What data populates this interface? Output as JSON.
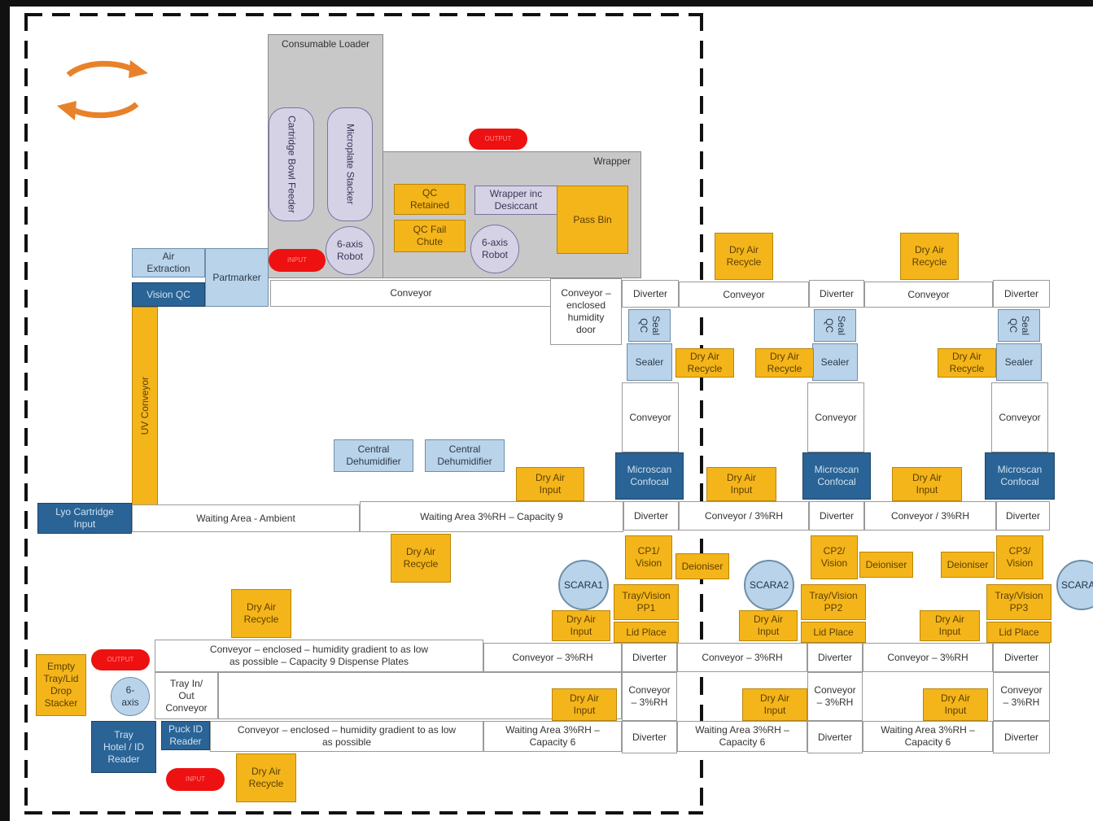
{
  "layout": {
    "consumable_loader": "Consumable Loader",
    "cartridge_bowl_feeder": "Cartridge Bowl Feeder",
    "microplate_stacker": "Microplate Stacker",
    "robot_6axis_left": "6-axis Robot",
    "robot_6axis_right": "6-axis Robot",
    "robot_6axis_small": "6-\naxis",
    "wrapper": "Wrapper",
    "qc_retained": "QC\nRetained",
    "qc_fail_chute": "QC Fail\nChute",
    "wrapper_inc_desiccant": "Wrapper inc\nDesiccant",
    "pass_bin": "Pass Bin",
    "air_extraction": "Air\nExtraction",
    "partmarker": "Partmarker",
    "vision_qc": "Vision QC",
    "conveyor": "Conveyor",
    "conveyor_enclosed_door": "Conveyor –\nenclosed\nhumidity\ndoor",
    "uv_conveyor": "UV Conveyor",
    "diverter": "Diverter",
    "seal_qc": "Seal QC",
    "sealer": "Sealer",
    "dry_air_recycle": "Dry Air\nRecycle",
    "dry_air_input": "Dry Air\nInput",
    "central_dehumidifier": "Central\nDehumidifier",
    "microscan_confocal": "Microscan\nConfocal",
    "lyo_cartridge_input": "Lyo Cartridge\nInput",
    "waiting_area_ambient": "Waiting Area - Ambient",
    "waiting_area_3rh_cap9": "Waiting Area 3%RH – Capacity 9",
    "conveyor_3rh_slash": "Conveyor / 3%RH",
    "cp1_vision": "CP1/\nVision",
    "cp2_vision": "CP2/\nVision",
    "cp3_vision": "CP3/\nVision",
    "deioniser": "Deioniser",
    "scara1": "SCARA1",
    "scara2": "SCARA2",
    "scara3": "SCARA",
    "tray_vision_pp1": "Tray/Vision\nPP1",
    "tray_vision_pp2": "Tray/Vision\nPP2",
    "tray_vision_pp3": "Tray/Vision\nPP3",
    "lid_place": "Lid Place",
    "conveyor_enclosed_cap9": "Conveyor – enclosed – humidity gradient to as low\nas possible – Capacity 9 Dispense Plates",
    "conveyor_3rh_dash": "Conveyor – 3%RH",
    "conveyor_3rh_wrap": "Conveyor\n– 3%RH",
    "empty_tray_lid": "Empty\nTray/Lid\nDrop\nStacker",
    "tray_in_out": "Tray In/\nOut\nConveyor",
    "tray_hotel": "Tray\nHotel / ID\nReader",
    "puck_id_reader": "Puck ID\nReader",
    "conveyor_enclosed_low": "Conveyor – enclosed – humidity gradient to as low\nas possible",
    "waiting_area_3rh_cap6": "Waiting Area 3%RH –\nCapacity 6",
    "output_label": "OUTPUT",
    "input_label": "INPUT"
  },
  "colors": {
    "process_orange": "#f4b51b",
    "light_blue": "#b9d3ea",
    "dark_blue": "#2a6395",
    "loader_grey": "#c8c8c8",
    "io_red": "#ee1111",
    "cycle_arrow_orange": "#e8822a"
  },
  "icons": {
    "cycle": "circular-arrows-icon"
  }
}
